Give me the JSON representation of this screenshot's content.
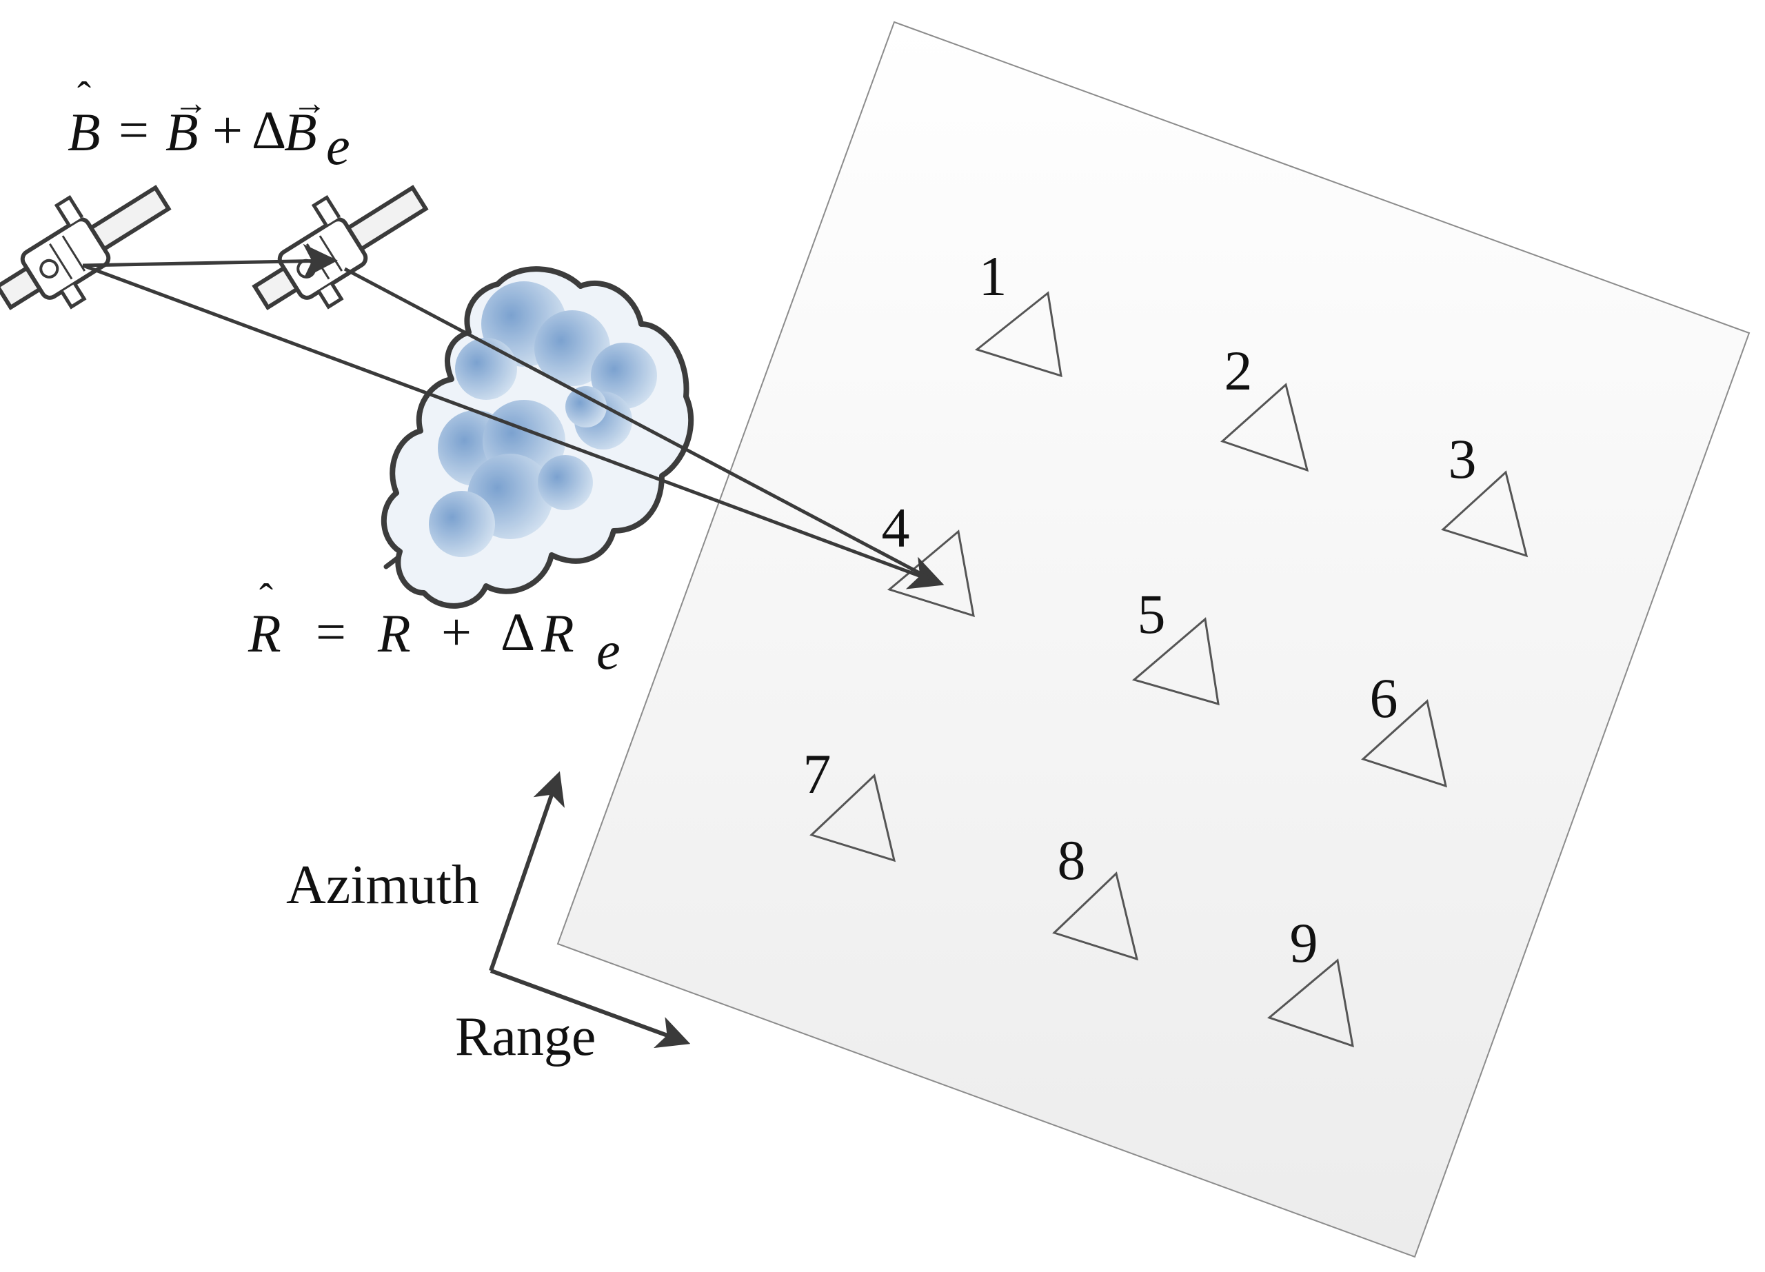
{
  "equations": {
    "baseline": {
      "lhs": "B",
      "equals": "=",
      "term1": "B",
      "plus": "+",
      "delta": "Δ",
      "term2": "B",
      "subscript": "e"
    },
    "range": {
      "lhs": "R",
      "equals": "=",
      "term1": "R",
      "plus": "+",
      "delta": "Δ",
      "term2": "R",
      "subscript": "e"
    }
  },
  "axes": {
    "azimuth_label": "Azimuth",
    "range_label": "Range"
  },
  "targets": [
    "1",
    "2",
    "3",
    "4",
    "5",
    "6",
    "7",
    "8",
    "9"
  ],
  "colors": {
    "line": "#3a3a3a",
    "cloud_outline": "#3c3c3c",
    "cloud_fill_dark": "#7aa2cf",
    "cloud_fill_light": "#eaf1f8",
    "ground_plane": "#f3f3f3"
  },
  "icons": {
    "satellite": "satellite-icon",
    "cloud": "atmosphere-cloud-icon",
    "target": "triangle-target-icon"
  }
}
